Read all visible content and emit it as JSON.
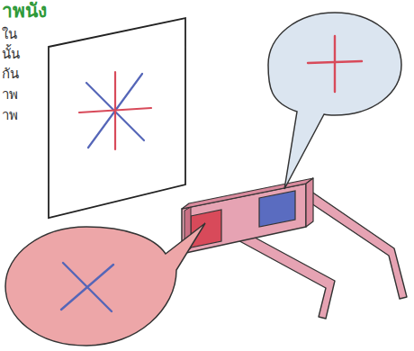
{
  "diagram": {
    "title": "าพนัง",
    "labels": [
      "ใน",
      "นั้น",
      "กัน",
      "าพ",
      "าพ"
    ]
  }
}
